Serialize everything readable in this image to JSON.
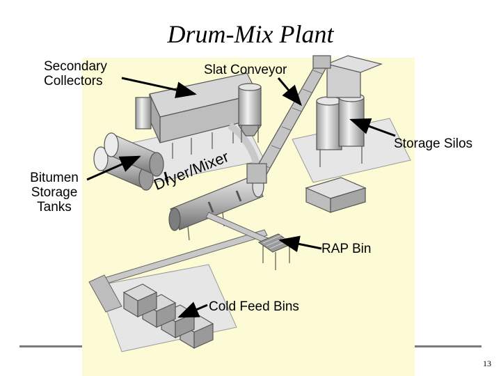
{
  "title": "Drum-Mix Plant",
  "labels": {
    "secondary_collectors": [
      "Secondary",
      "Collectors"
    ],
    "slat_conveyor": "Slat Conveyor",
    "storage_silos": "Storage Silos",
    "bitumen_storage_tanks": [
      "Bitumen",
      "Storage",
      "Tanks"
    ],
    "dryer_mixer": "Dryer/Mixer",
    "rap_bin": "RAP Bin",
    "cold_feed_bins": "Cold Feed Bins"
  },
  "page_number": "13",
  "colors": {
    "panel_background": "#fdfbd6",
    "equipment_fill": "#d9d9d9",
    "equipment_stroke": "#555555",
    "arrow": "#000000"
  }
}
